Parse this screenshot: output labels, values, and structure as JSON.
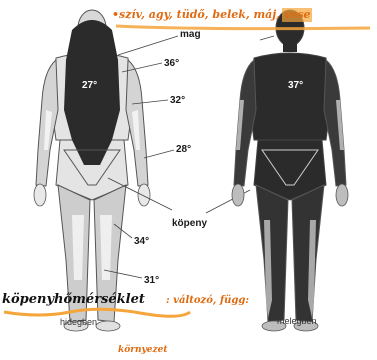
{
  "figure": {
    "label_core": "mag",
    "label_shell": "köpeny",
    "temps_left": [
      "36°",
      "32°",
      "28°",
      "34°",
      "31°"
    ],
    "core_temp_left": "27°",
    "core_temp_right": "37°",
    "caption_left": "hidegben",
    "caption_right": "melegben"
  },
  "annotations": {
    "top_note": "•szív, agy, tüdő, belek, máj, vese",
    "bottom_title": "köpenyhőmérséklet",
    "bottom_note": ": változó, függ:",
    "bottom_line2": "környezet"
  },
  "colors": {
    "core": "#2b2b2b",
    "shell_light": "#e0e0e0",
    "shell_mid": "#b0b0b0",
    "ink": "#e06a10",
    "highlight": "#f5a53a"
  }
}
